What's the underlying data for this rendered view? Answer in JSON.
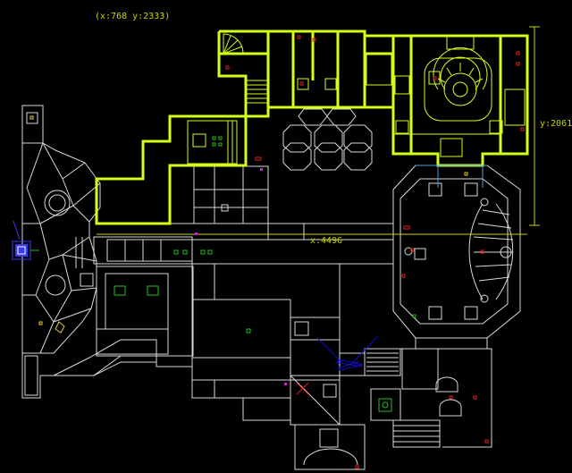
{
  "readouts": {
    "cursor": "(x:768  y:2333)",
    "width": "x:4496",
    "height": "y:2061"
  },
  "colors": {
    "background": "#000000",
    "wall": "#d9d9d9",
    "selected": "#d4ff1a",
    "dimension": "#c8d200",
    "player": "#3a3aff",
    "camera": "#1010d0",
    "water_edge": "#4aa0d8",
    "marker_red": "#e02020",
    "marker_green": "#20c020",
    "marker_yellow": "#e8d040",
    "marker_magenta": "#d020d0"
  },
  "icons": {
    "player_start": "player-start-icon",
    "camera": "camera-view-icon",
    "item": "item-marker-icon"
  }
}
